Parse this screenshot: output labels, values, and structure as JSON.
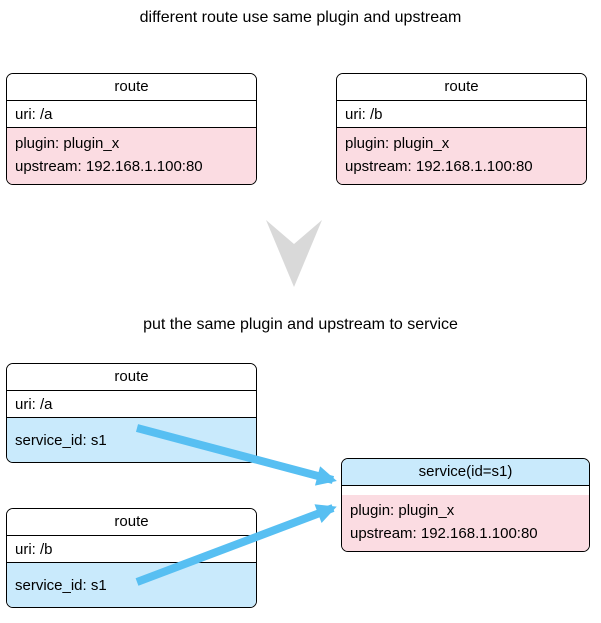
{
  "titles": {
    "top": "different route use same plugin and upstream",
    "bottom": "put the same plugin and upstream to service"
  },
  "top_routes": [
    {
      "title": "route",
      "uri": "uri: /a",
      "plugin": "plugin: plugin_x",
      "upstream": "upstream: 192.168.1.100:80"
    },
    {
      "title": "route",
      "uri": "uri: /b",
      "plugin": "plugin: plugin_x",
      "upstream": "upstream: 192.168.1.100:80"
    }
  ],
  "bottom_routes": [
    {
      "title": "route",
      "uri": "uri: /a",
      "service_id": "service_id: s1"
    },
    {
      "title": "route",
      "uri": "uri: /b",
      "service_id": "service_id: s1"
    }
  ],
  "service": {
    "title": "service(id=s1)",
    "plugin": "plugin: plugin_x",
    "upstream": "upstream: 192.168.1.100:80"
  },
  "colors": {
    "pink": "#fbdce2",
    "light_blue": "#c9eafc",
    "arrow_blue": "#57bff2",
    "arrow_gray": "#d9d9d9"
  }
}
